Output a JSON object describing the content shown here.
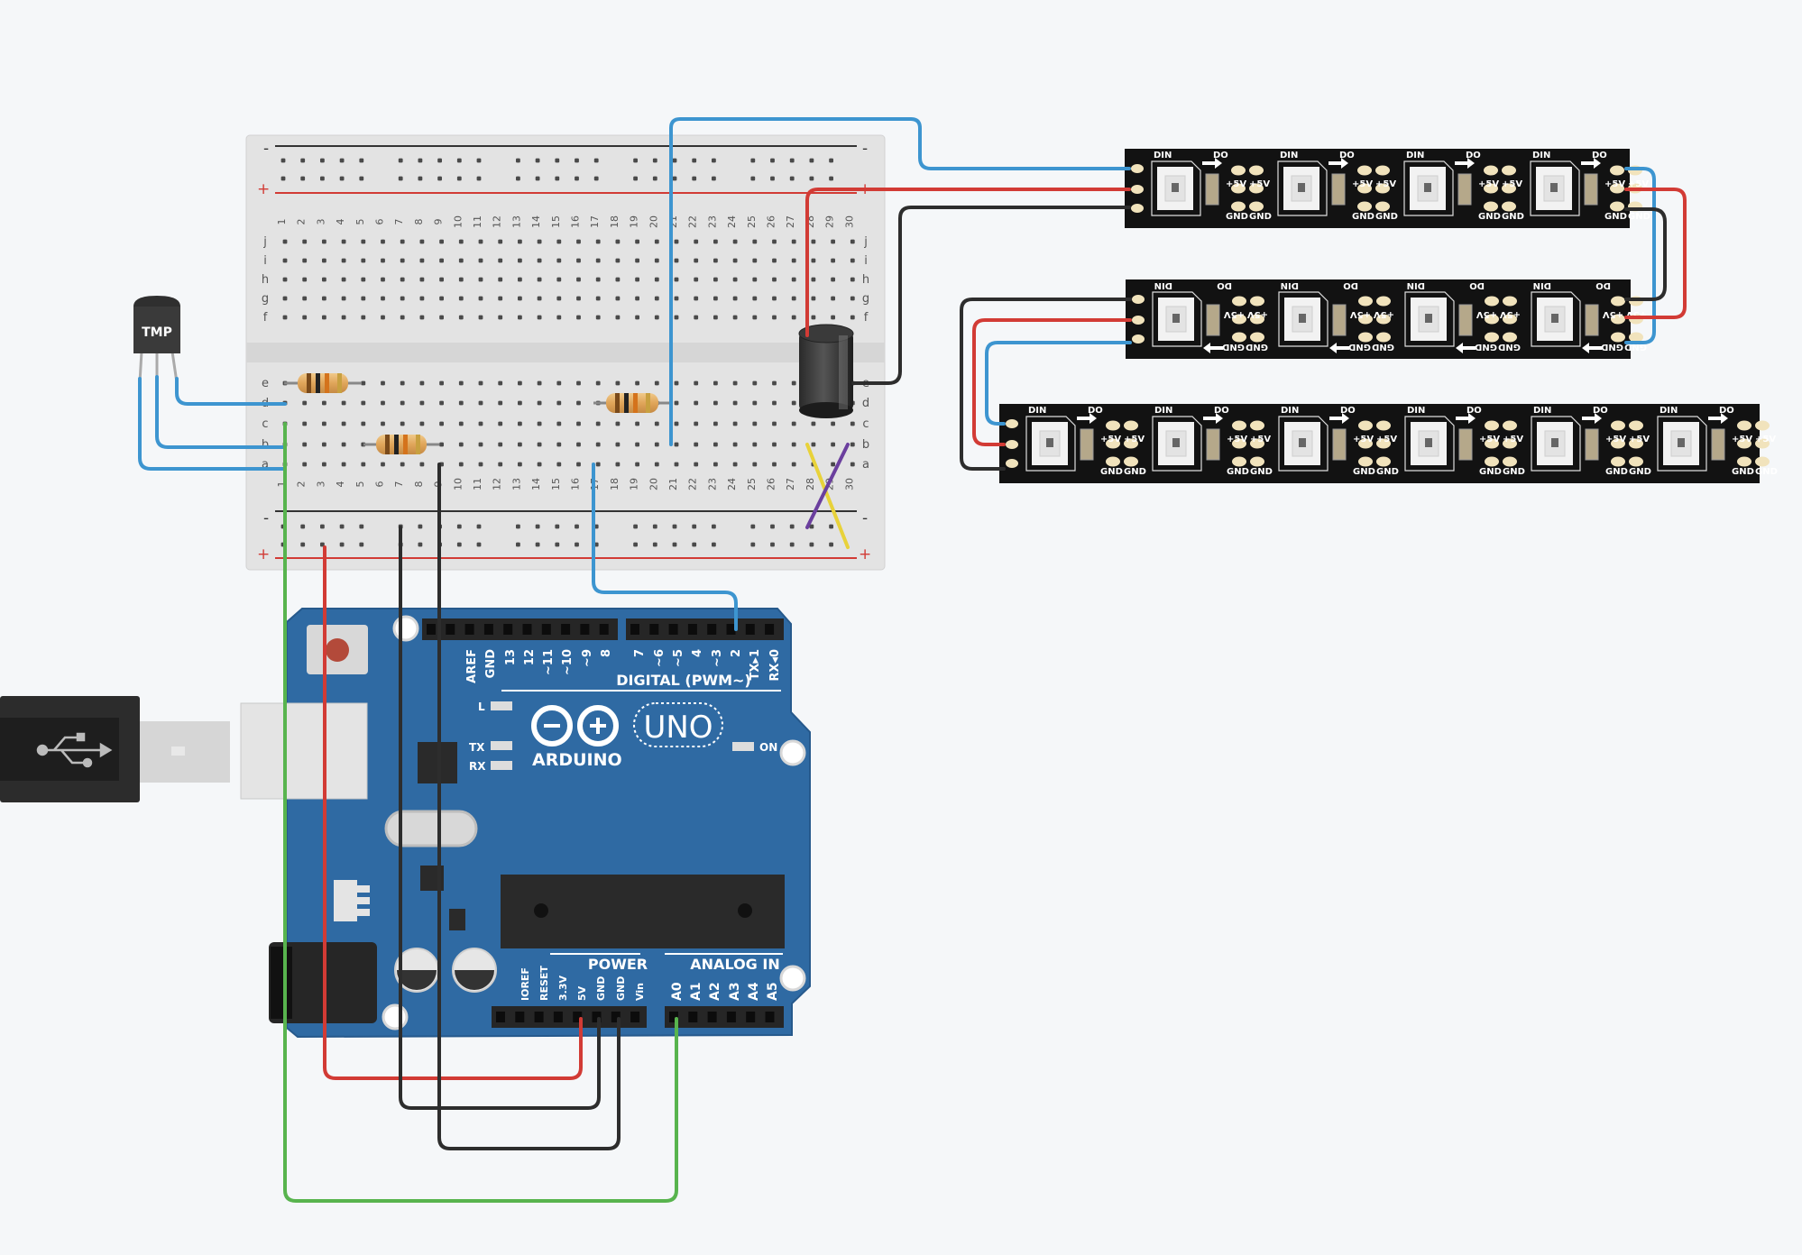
{
  "sensor": {
    "label": "TMP"
  },
  "breadboard": {
    "rail_minus": "-",
    "rail_plus": "+",
    "row_letters_top": [
      "j",
      "i",
      "h",
      "g",
      "f"
    ],
    "row_letters_bottom": [
      "e",
      "d",
      "c",
      "b",
      "a"
    ],
    "column_count": 30
  },
  "strip": {
    "pad_din": "DIN",
    "pad_5v": "+5V",
    "pad_gnd": "GND",
    "pad_do": "DO"
  },
  "arduino": {
    "brand": "ARDUINO",
    "model": "UNO",
    "digital_header": "DIGITAL (PWM~)",
    "digital_pins": [
      "AREF",
      "GND",
      "13",
      "12",
      "~11",
      "~10",
      "~9",
      "8",
      "7",
      "~6",
      "~5",
      "4",
      "~3",
      "2",
      "TX▸1",
      "RX◂0"
    ],
    "power_header": "POWER",
    "power_pins": [
      "IOREF",
      "RESET",
      "3.3V",
      "5V",
      "GND",
      "GND",
      "Vin"
    ],
    "analog_header": "ANALOG IN",
    "analog_pins": [
      "A0",
      "A1",
      "A2",
      "A3",
      "A4",
      "A5"
    ],
    "led_l": "L",
    "led_tx": "TX",
    "led_rx": "RX",
    "led_on": "ON"
  },
  "colors": {
    "wire_blue": "#3d95d0",
    "wire_red": "#d23b35",
    "wire_black": "#2d2d2d",
    "wire_green": "#58b44e",
    "wire_yellow": "#e8d23a",
    "wire_purple": "#6b3f9e",
    "board_blue": "#2f6aa3",
    "strip_black": "#121212",
    "pad_cream": "#f1e3bc"
  }
}
